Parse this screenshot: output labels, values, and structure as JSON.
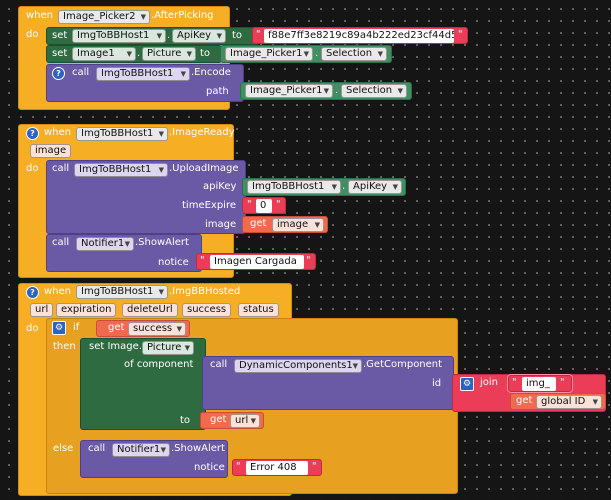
{
  "block1": {
    "when_kw": "when",
    "component": "Image_Picker2",
    "event": ".AfterPicking",
    "do_kw": "do",
    "set1": {
      "set_kw": "set",
      "component": "ImgToBBHost1",
      "property": "ApiKey",
      "to_kw": "to",
      "api_key_text": "f88e7ff3e8219c89a4b222ed23cf44d5"
    },
    "set2": {
      "set_kw": "set",
      "component": "Image1",
      "property": "Picture",
      "to_kw": "to",
      "getter_component": "Image_Picker1",
      "getter_property": "Selection"
    },
    "call": {
      "call_kw": "call",
      "component": "ImgToBBHost1",
      "method": ".Encode",
      "param_path": "path",
      "path_component": "Image_Picker1",
      "path_property": "Selection"
    }
  },
  "block2": {
    "when_kw": "when",
    "component": "ImgToBBHost1",
    "event": ".ImageReady",
    "param_image": "image",
    "do_kw": "do",
    "upload": {
      "call_kw": "call",
      "component": "ImgToBBHost1",
      "method": ".UploadImage",
      "param_apikey": "apiKey",
      "apikey_component": "ImgToBBHost1",
      "apikey_property": "ApiKey",
      "param_timeexpire": "timeExpire",
      "timeexpire_value": "0",
      "param_image": "image",
      "get_kw": "get",
      "get_var": "image"
    },
    "alert": {
      "call_kw": "call",
      "component": "Notifier1",
      "method": ".ShowAlert",
      "param_notice": "notice",
      "notice_text": "Imagen Cargada"
    }
  },
  "block3": {
    "when_kw": "when",
    "component": "ImgToBBHost1",
    "event": ".ImgBBHosted",
    "params": [
      "url",
      "expiration",
      "deleteUrl",
      "success",
      "status"
    ],
    "do_kw": "do",
    "if_kw": "if",
    "get_kw": "get",
    "success_var": "success",
    "then_kw": "then",
    "set_image": {
      "label": "set Image.",
      "property": "Picture",
      "of_component_kw": "of component",
      "to_kw": "to",
      "get_var": "url"
    },
    "getcomp": {
      "call_kw": "call",
      "component": "DynamicComponents1",
      "method": ".GetComponent",
      "param_id": "id"
    },
    "join": {
      "join_kw": "join",
      "text": "img_",
      "get_kw": "get",
      "global_var": "global ID"
    },
    "else_kw": "else",
    "alert": {
      "call_kw": "call",
      "component": "Notifier1",
      "method": ".ShowAlert",
      "param_notice": "notice",
      "notice_text": "Error 408"
    }
  }
}
